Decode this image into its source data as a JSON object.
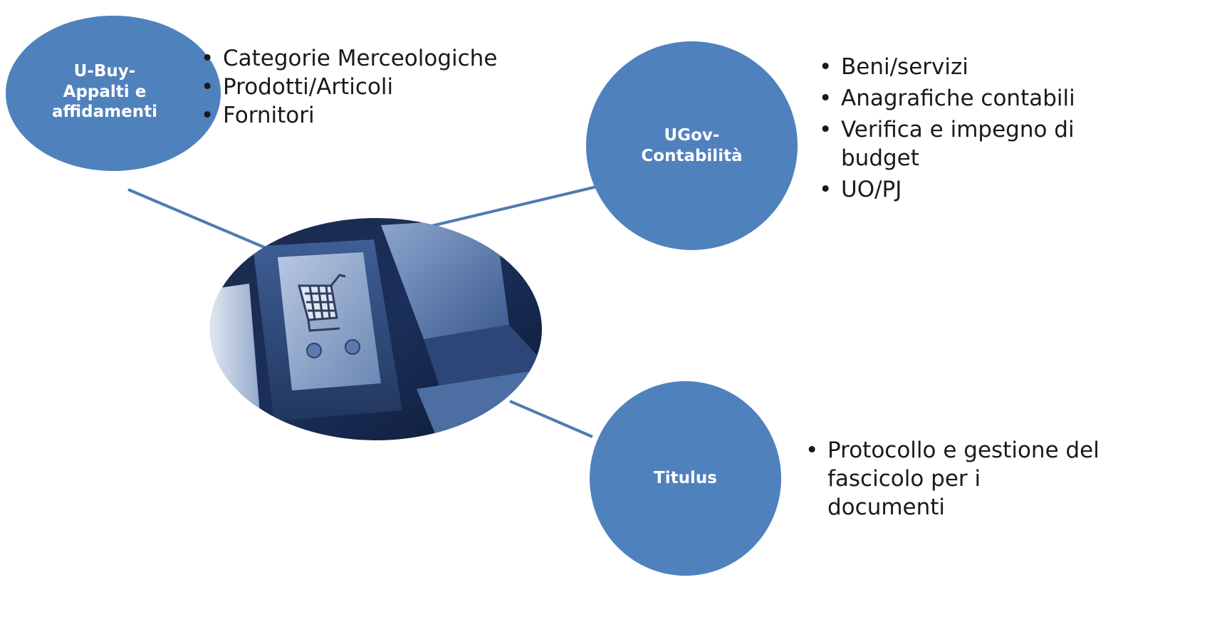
{
  "diagram": {
    "nodes": [
      {
        "id": "ubuy",
        "label": "U-Buy-\nAppalti e\naffidamenti"
      },
      {
        "id": "ugov",
        "label": "UGov-\nContabilità"
      },
      {
        "id": "titulus",
        "label": "Titulus"
      }
    ],
    "bullets": {
      "ubuy": [
        "Categorie Merceologiche",
        "Prodotti/Articoli",
        "Fornitori"
      ],
      "ugov": [
        "Beni/servizi",
        "Anagrafiche contabili",
        "Verifica e impegno di budget",
        "UO/PJ"
      ],
      "titulus": [
        "Protocollo e gestione del fascicolo per i documenti"
      ]
    },
    "center_image": "shopping-cart-keyboard-key",
    "colors": {
      "node_fill": "#4f81bd",
      "node_text": "#ffffff",
      "connector": "#4f7bb0",
      "bullet_text": "#1a1a1a"
    }
  }
}
